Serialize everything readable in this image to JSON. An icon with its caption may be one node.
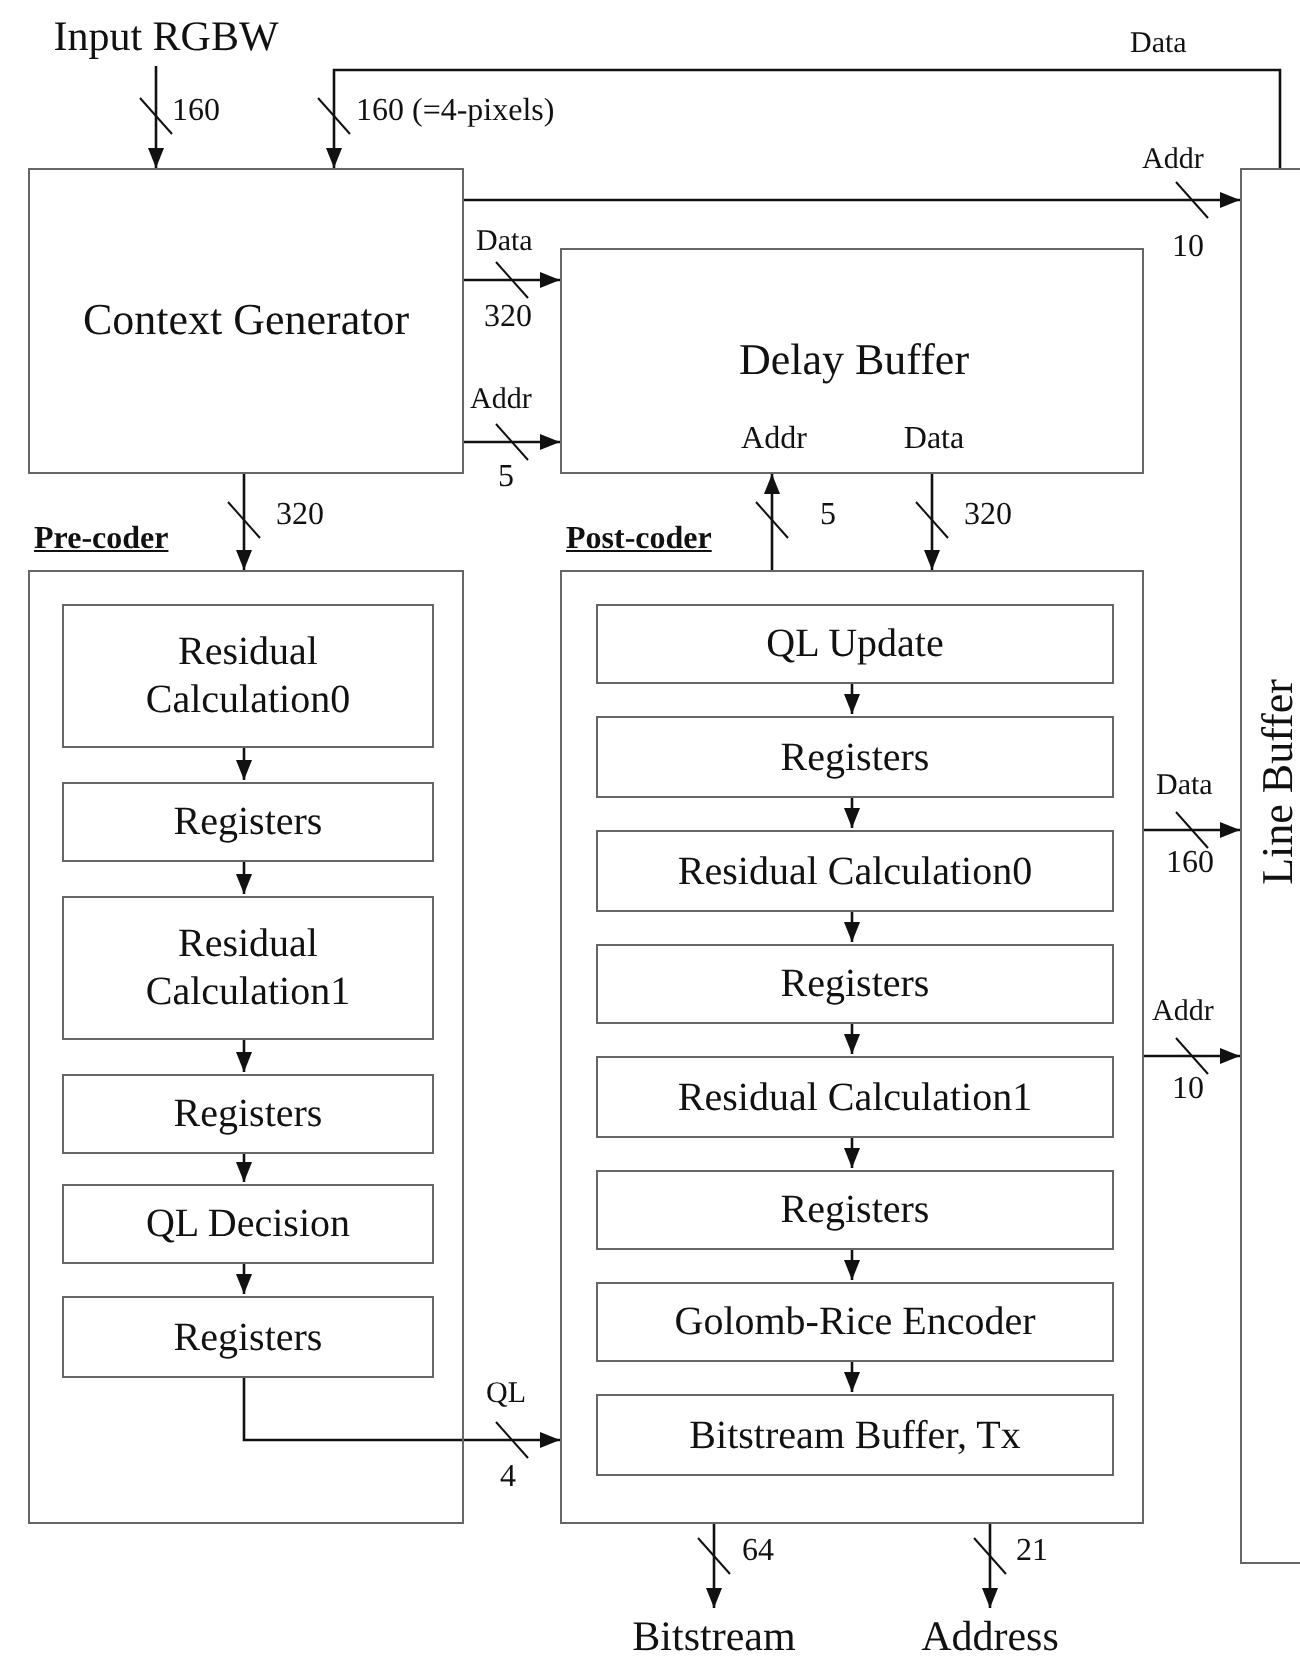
{
  "diagram": {
    "nodes": [
      {
        "text": [
          "Input RGBW"
        ]
      },
      {
        "text": [
          "Context Generator"
        ]
      },
      {
        "text": [
          "Delay Buffer",
          "Addr",
          "Data"
        ]
      },
      {
        "text": [
          "Line Buffer"
        ]
      },
      {
        "text": [
          "Pre-coder"
        ]
      },
      {
        "text": [
          "Residual Calculation0"
        ],
        "in": 4
      },
      {
        "text": [
          "Registers"
        ],
        "in": 4
      },
      {
        "text": [
          "Residual Calculation1"
        ],
        "in": 4
      },
      {
        "text": [
          "Registers"
        ],
        "in": 4
      },
      {
        "text": [
          "QL Decision"
        ],
        "in": 4
      },
      {
        "text": [
          "Registers"
        ],
        "in": 4
      },
      {
        "text": [
          "Post-coder"
        ]
      },
      {
        "text": [
          "QL Update"
        ],
        "in": 11
      },
      {
        "text": [
          "Registers"
        ],
        "in": 11
      },
      {
        "text": [
          "Residual Calculation0"
        ],
        "in": 11
      },
      {
        "text": [
          "Registers"
        ],
        "in": 11
      },
      {
        "text": [
          "Residual Calculation1"
        ],
        "in": 11
      },
      {
        "text": [
          "Registers"
        ],
        "in": 11
      },
      {
        "text": [
          "Golomb-Rice Encoder"
        ],
        "in": 11
      },
      {
        "text": [
          "Bitstream Buffer, Tx"
        ],
        "in": 11
      },
      {
        "text": [
          "Bitstream"
        ]
      },
      {
        "text": [
          "Address"
        ]
      }
    ],
    "edges": [
      {
        "from": 0,
        "to": 1,
        "arrow": "to",
        "label": "160"
      },
      {
        "from": 3,
        "to": 1,
        "arrow": "to",
        "label": "160 (=4-pixels)"
      },
      {
        "from": 1,
        "to": 3,
        "arrow": "to",
        "label": "10"
      },
      {
        "from": 1,
        "to": 2,
        "arrow": "to",
        "label": "320"
      },
      {
        "from": 1,
        "to": 2,
        "arrow": "to",
        "label": "5"
      },
      {
        "from": 1,
        "to": 4,
        "arrow": "to",
        "label": "320"
      },
      {
        "from": 11,
        "to": 2,
        "arrow": "to",
        "label": "5"
      },
      {
        "from": 2,
        "to": 11,
        "arrow": "to",
        "label": "320"
      },
      {
        "from": 5,
        "to": 6,
        "arrow": "to"
      },
      {
        "from": 6,
        "to": 7,
        "arrow": "to"
      },
      {
        "from": 7,
        "to": 8,
        "arrow": "to"
      },
      {
        "from": 8,
        "to": 9,
        "arrow": "to"
      },
      {
        "from": 9,
        "to": 10,
        "arrow": "to"
      },
      {
        "from": 12,
        "to": 13,
        "arrow": "to"
      },
      {
        "from": 13,
        "to": 14,
        "arrow": "to"
      },
      {
        "from": 14,
        "to": 15,
        "arrow": "to"
      },
      {
        "from": 15,
        "to": 16,
        "arrow": "to"
      },
      {
        "from": 16,
        "to": 17,
        "arrow": "to"
      },
      {
        "from": 17,
        "to": 18,
        "arrow": "to"
      },
      {
        "from": 18,
        "to": 19,
        "arrow": "to"
      },
      {
        "from": 10,
        "to": 11,
        "arrow": "to",
        "label": "4"
      },
      {
        "from": 11,
        "to": 3,
        "arrow": "to",
        "label": "160"
      },
      {
        "from": 11,
        "to": 3,
        "arrow": "to",
        "label": "10"
      },
      {
        "from": 11,
        "to": 20,
        "arrow": "to",
        "label": "64"
      },
      {
        "from": 11,
        "to": 21,
        "arrow": "to",
        "label": "21"
      }
    ],
    "labels": [
      "Data",
      "Addr",
      "Data",
      "Addr",
      "Data",
      "Addr",
      "QL"
    ]
  }
}
